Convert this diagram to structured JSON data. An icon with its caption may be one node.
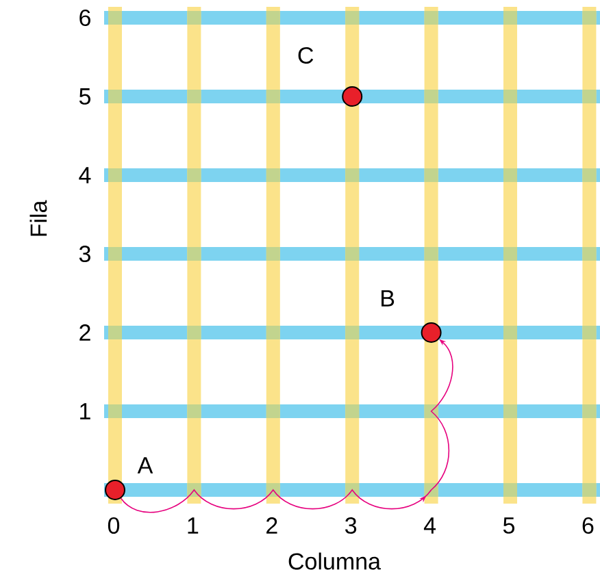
{
  "diagram": {
    "nodes": [
      {
        "text": [],
        "shape": "circle",
        "beside": [
          "A"
        ]
      },
      {
        "text": [],
        "shape": "circle",
        "beside": [
          "B"
        ]
      },
      {
        "text": [],
        "shape": "circle",
        "beside": [
          "C"
        ]
      }
    ],
    "edges": [
      {
        "from": 0,
        "to": 1,
        "arrow": "to"
      }
    ],
    "labels": [
      "6",
      "5",
      "4",
      "3",
      "2",
      "1",
      "0",
      "1",
      "2",
      "3",
      "4",
      "5",
      "6",
      "Columna",
      "Fila"
    ]
  }
}
